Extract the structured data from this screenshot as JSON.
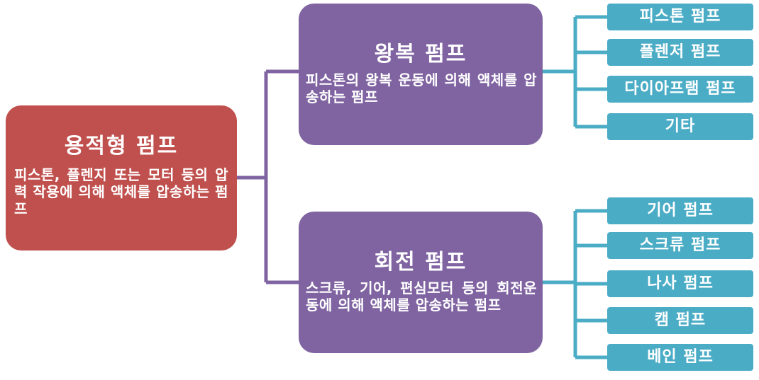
{
  "colors": {
    "root": "#c0504d",
    "category": "#8064a2",
    "leaf": "#4bacc6",
    "text": "#ffffff"
  },
  "root": {
    "title": "용적형 펌프",
    "description": "피스톤, 플렌지 또는 모터 등의 압력 작용에 의해 액체를 압송하는 펌프"
  },
  "categories": [
    {
      "title": "왕복 펌프",
      "description": "피스톤의 왕복 운동에 의해 액체를 압송하는 펌프",
      "items": [
        "피스톤 펌프",
        "플렌저 펌프",
        "다이아프램 펌프",
        "기타"
      ]
    },
    {
      "title": "회전 펌프",
      "description": "스크류, 기어, 편심모터 등의 회전운동에 의해 액체를 압송하는 펌프",
      "items": [
        "기어 펌프",
        "스크류 펌프",
        "나사 펌프",
        "캠 펌프",
        "베인 펌프"
      ]
    }
  ]
}
